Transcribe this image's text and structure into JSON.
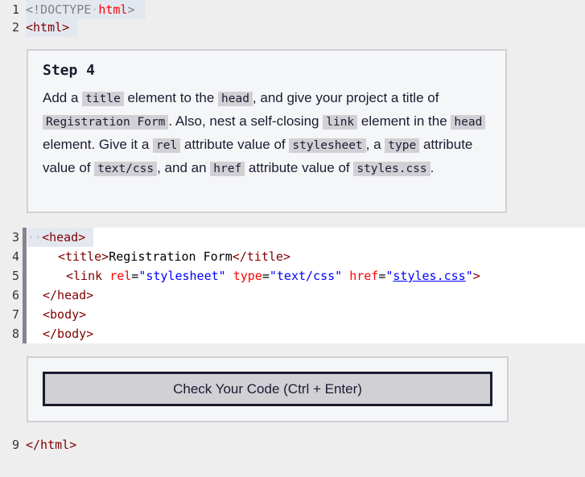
{
  "lines": {
    "l1": {
      "num": "1",
      "open": "<!DOCTYPE",
      "dot": "·",
      "name": "html",
      "close": ">"
    },
    "l2": {
      "num": "2",
      "text": "<html>"
    },
    "l3": {
      "num": "3",
      "dots": "··",
      "text": "<head>"
    },
    "l4": {
      "num": "4",
      "open": "<title>",
      "text": "Registration Form",
      "close": "</title>"
    },
    "l5": {
      "num": "5",
      "tag": "<link",
      "a1": "rel",
      "v1": "\"stylesheet\"",
      "a2": "type",
      "v2": "\"text/css\"",
      "a3": "href",
      "v3a": "\"",
      "v3": "styles.css",
      "v3b": "\"",
      "close": ">"
    },
    "l6": {
      "num": "6",
      "text": "</head>"
    },
    "l7": {
      "num": "7",
      "text": "<body>"
    },
    "l8": {
      "num": "8",
      "text": "</body>"
    },
    "l9": {
      "num": "9",
      "text": "</html>"
    }
  },
  "step": {
    "title": "Step 4",
    "t1": "Add a ",
    "c1": "title",
    "t2": " element to the ",
    "c2": "head",
    "t3": ", and give your project a title of ",
    "c3": "Registration Form",
    "t4": ". Also, nest a self-closing ",
    "c4": "link",
    "t5": " element in the ",
    "c5": "head",
    "t6": " element. Give it a ",
    "c6": "rel",
    "t7": " attribute value of ",
    "c7": "stylesheet",
    "t8": ", a ",
    "c8": "type",
    "t9": " attribute value of ",
    "c9": "text/css",
    "t10": ", and an ",
    "c10": "href",
    "t11": " attribute value of ",
    "c11": "styles.css",
    "t12": "."
  },
  "check_button": "Check Your Code (Ctrl + Enter)"
}
